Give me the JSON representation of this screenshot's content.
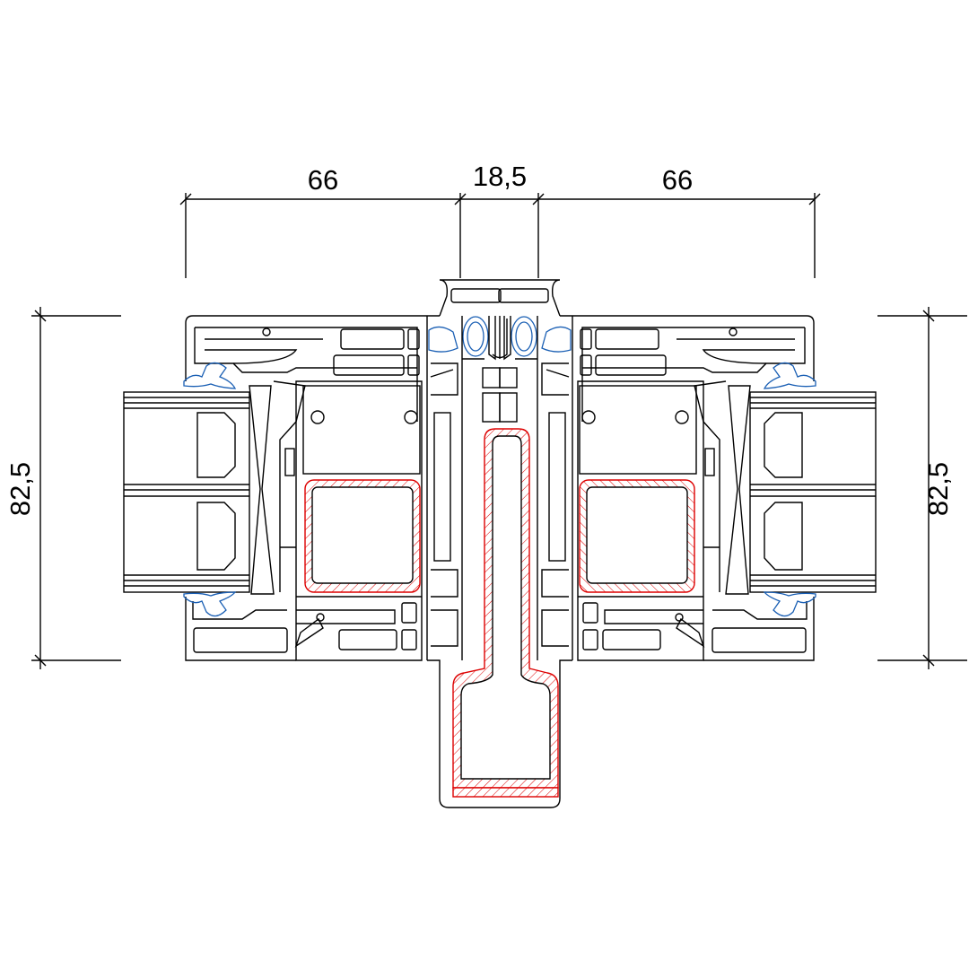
{
  "drawing": {
    "title": "Window mullion cross-section",
    "dimensions": {
      "left_width": "66",
      "mullion_width": "18,5",
      "right_width": "66",
      "left_height": "82,5",
      "right_height": "82,5"
    },
    "colors": {
      "outline": "#000000",
      "gasket": "#1a5fb4",
      "steel_reinforcement": "#dd0000"
    }
  }
}
